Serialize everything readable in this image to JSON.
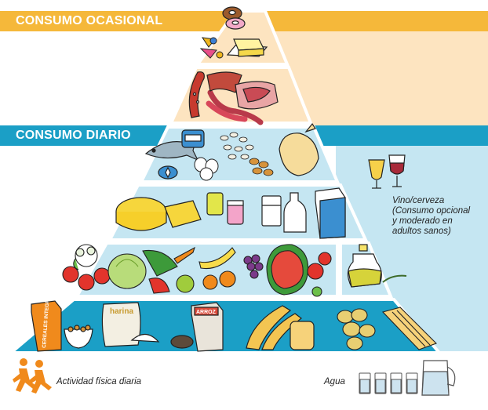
{
  "bands": {
    "occasional": "CONSUMO OCASIONAL",
    "daily": "CONSUMO DIARIO"
  },
  "side_note": {
    "title": "Vino/cerveza",
    "line1": "(Consumo opcional",
    "line2": "y moderado en",
    "line3": "adultos sanos)"
  },
  "footer": {
    "activity": "Actividad física diaria",
    "water": "Agua"
  },
  "packaging": {
    "cereal_box": "CEREALES INTEGRALES",
    "flour_bag": "harina",
    "rice_box": "ARROZ"
  },
  "colors": {
    "occasional_band": "#f5b83a",
    "occasional_fill": "#fde4c0",
    "daily_band": "#1b9fc6",
    "daily_fill": "#c5e6f2",
    "runner": "#f08a1c"
  }
}
